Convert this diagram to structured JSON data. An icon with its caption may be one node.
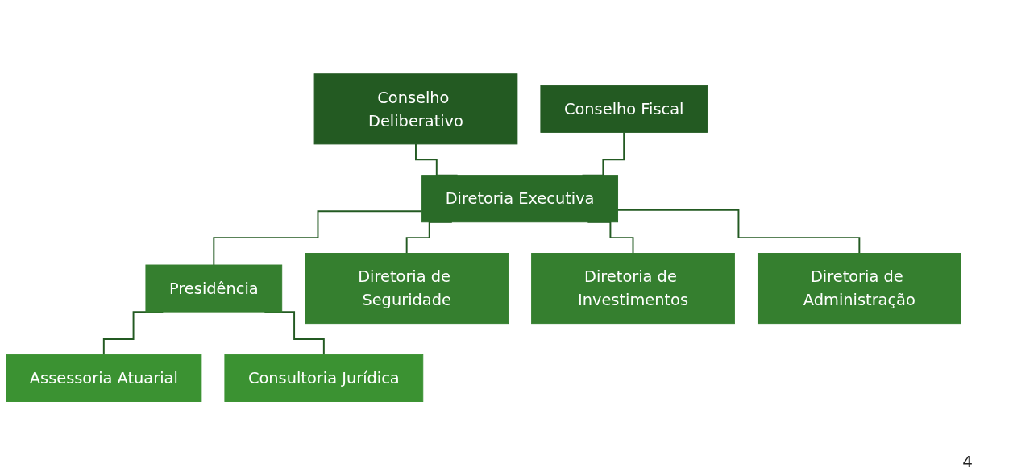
{
  "diagram": {
    "nodes": [
      {
        "text": [
          "Conselho Deliberativo"
        ]
      },
      {
        "text": [
          "Conselho Fiscal"
        ]
      },
      {
        "text": [
          "Diretoria Executiva"
        ]
      },
      {
        "text": [
          "Presidência"
        ]
      },
      {
        "text": [
          "Diretoria de Seguridade"
        ]
      },
      {
        "text": [
          "Diretoria de Investimentos"
        ]
      },
      {
        "text": [
          "Diretoria de Administração"
        ]
      },
      {
        "text": [
          "Assessoria Atuarial"
        ]
      },
      {
        "text": [
          "Consultoria Jurídica"
        ]
      }
    ],
    "edges": [
      {
        "from": 0,
        "to": 2,
        "arrow": "none"
      },
      {
        "from": 1,
        "to": 2,
        "arrow": "none"
      },
      {
        "from": 2,
        "to": 3,
        "arrow": "none"
      },
      {
        "from": 2,
        "to": 4,
        "arrow": "none"
      },
      {
        "from": 2,
        "to": 5,
        "arrow": "none"
      },
      {
        "from": 2,
        "to": 6,
        "arrow": "none"
      },
      {
        "from": 3,
        "to": 7,
        "arrow": "none"
      },
      {
        "from": 3,
        "to": 8,
        "arrow": "none"
      }
    ],
    "labels": [
      "4"
    ]
  }
}
